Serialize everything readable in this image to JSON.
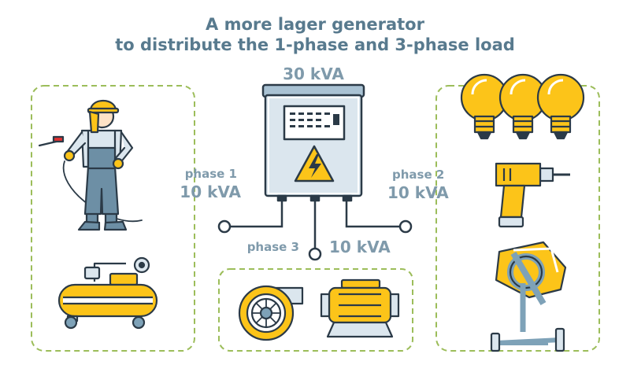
{
  "title": {
    "line1": "A more lager generator",
    "line2": "to distribute the 1-phase and 3-phase load"
  },
  "generator": {
    "capacity": "30 kVA",
    "icon": "high-voltage-sign-icon"
  },
  "phases": {
    "phase1": {
      "label": "phase 1",
      "load": "10 kVA"
    },
    "phase2": {
      "label": "phase 2",
      "load": "10 kVA"
    },
    "phase3": {
      "label": "phase 3",
      "load": "10 kVA"
    }
  },
  "load_groups": {
    "left": [
      "welder-worker-icon",
      "air-compressor-icon"
    ],
    "bottom": [
      "turbine-fan-icon",
      "electric-motor-icon"
    ],
    "right": [
      "light-bulb-icon",
      "light-bulb-icon",
      "light-bulb-icon",
      "power-drill-icon",
      "concrete-mixer-icon"
    ]
  },
  "colors": {
    "title": "#587a8e",
    "label": "#7f9aab",
    "outline": "#2b3a47",
    "yellow": "#fcc419",
    "blue_light": "#dbe6ee",
    "steel": "#7ea2b8",
    "dashed_border": "#9cbd5a"
  }
}
